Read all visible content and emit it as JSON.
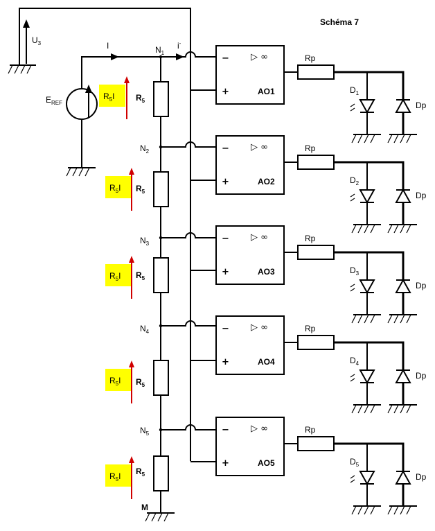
{
  "title": "Schéma 7",
  "voltage_label": "U",
  "voltage_sub": "3",
  "source_label": "E",
  "source_sub": "REF",
  "current_label": "I",
  "minus_current_label": "i",
  "minus_current_sup": "-",
  "ground_label": "M",
  "highlight_color": "#ffff00",
  "arrow_color": "#d00000",
  "nodes": [
    {
      "label": "N",
      "sub": "1"
    },
    {
      "label": "N",
      "sub": "2"
    },
    {
      "label": "N",
      "sub": "3"
    },
    {
      "label": "N",
      "sub": "4"
    },
    {
      "label": "N",
      "sub": "5"
    }
  ],
  "resistors": [
    {
      "label": "R",
      "sub": "5",
      "drop_label": "R",
      "drop_sub": "5",
      "drop_suffix": "I"
    },
    {
      "label": "R",
      "sub": "5",
      "drop_label": "R",
      "drop_sub": "5",
      "drop_suffix": "I"
    },
    {
      "label": "R",
      "sub": "5",
      "drop_label": "R",
      "drop_sub": "5",
      "drop_suffix": "I"
    },
    {
      "label": "R",
      "sub": "5",
      "drop_label": "R",
      "drop_sub": "5",
      "drop_suffix": "I"
    },
    {
      "label": "R",
      "sub": "5",
      "drop_label": "R",
      "drop_sub": "5",
      "drop_suffix": "I"
    }
  ],
  "opamps": [
    {
      "label": "AO1",
      "minus": "−",
      "plus": "+",
      "symbol": "▷ ∞",
      "rp": "Rp",
      "led": "D",
      "led_sub": "1",
      "dp": "Dp"
    },
    {
      "label": "AO2",
      "minus": "−",
      "plus": "+",
      "symbol": "▷ ∞",
      "rp": "Rp",
      "led": "D",
      "led_sub": "2",
      "dp": "Dp"
    },
    {
      "label": "AO3",
      "minus": "−",
      "plus": "+",
      "symbol": "▷ ∞",
      "rp": "Rp",
      "led": "D",
      "led_sub": "3",
      "dp": "Dp"
    },
    {
      "label": "AO4",
      "minus": "−",
      "plus": "+",
      "symbol": "▷ ∞",
      "rp": "Rp",
      "led": "D",
      "led_sub": "4",
      "dp": "Dp"
    },
    {
      "label": "AO5",
      "minus": "−",
      "plus": "+",
      "symbol": "▷ ∞",
      "rp": "Rp",
      "led": "D",
      "led_sub": "5",
      "dp": "Dp"
    }
  ]
}
